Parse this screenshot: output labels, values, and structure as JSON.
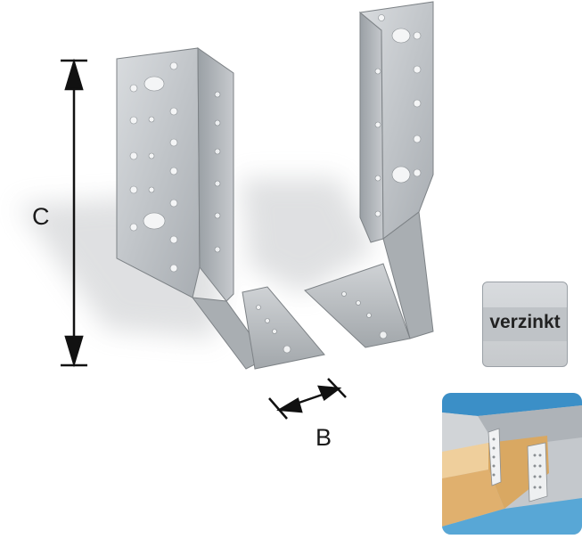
{
  "dimensions": {
    "height_label": "C",
    "width_label": "B"
  },
  "badge": {
    "text": "verzinkt"
  },
  "icons": [
    "dimension-arrow-icon",
    "galvanized-badge-icon",
    "installation-detail-image"
  ],
  "colors": {
    "steel_light": "#c9ccd0",
    "steel_dark": "#8d9296",
    "wood": "#e6c08a",
    "dimension_line": "#111111"
  }
}
